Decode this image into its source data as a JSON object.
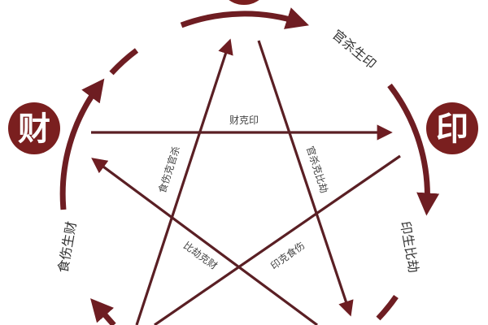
{
  "diagram": {
    "type": "five-element-ten-gods-cycle",
    "colors": {
      "primary": "#7a1f1f",
      "line": "#5a1f24",
      "text": "#333333",
      "background": "#ffffff"
    },
    "nodes": {
      "top": "",
      "left": "财",
      "right": "印"
    },
    "generating_cycle": [
      {
        "id": "sha-sheng-yin",
        "label": "官杀生印"
      },
      {
        "id": "yin-sheng-bijie",
        "label": "印生比劫"
      },
      {
        "id": "shishang-sheng-cai",
        "label": "食伤生财"
      }
    ],
    "controlling_star": [
      {
        "id": "cai-ke-yin",
        "label": "财克印"
      },
      {
        "id": "shishang-ke-guansha",
        "label": "食伤克官杀"
      },
      {
        "id": "guansha-ke-bijie",
        "label": "官杀克比劫"
      },
      {
        "id": "bijie-ke-cai",
        "label": "比劫克财"
      },
      {
        "id": "yin-ke-shishang",
        "label": "印克食伤"
      }
    ]
  }
}
